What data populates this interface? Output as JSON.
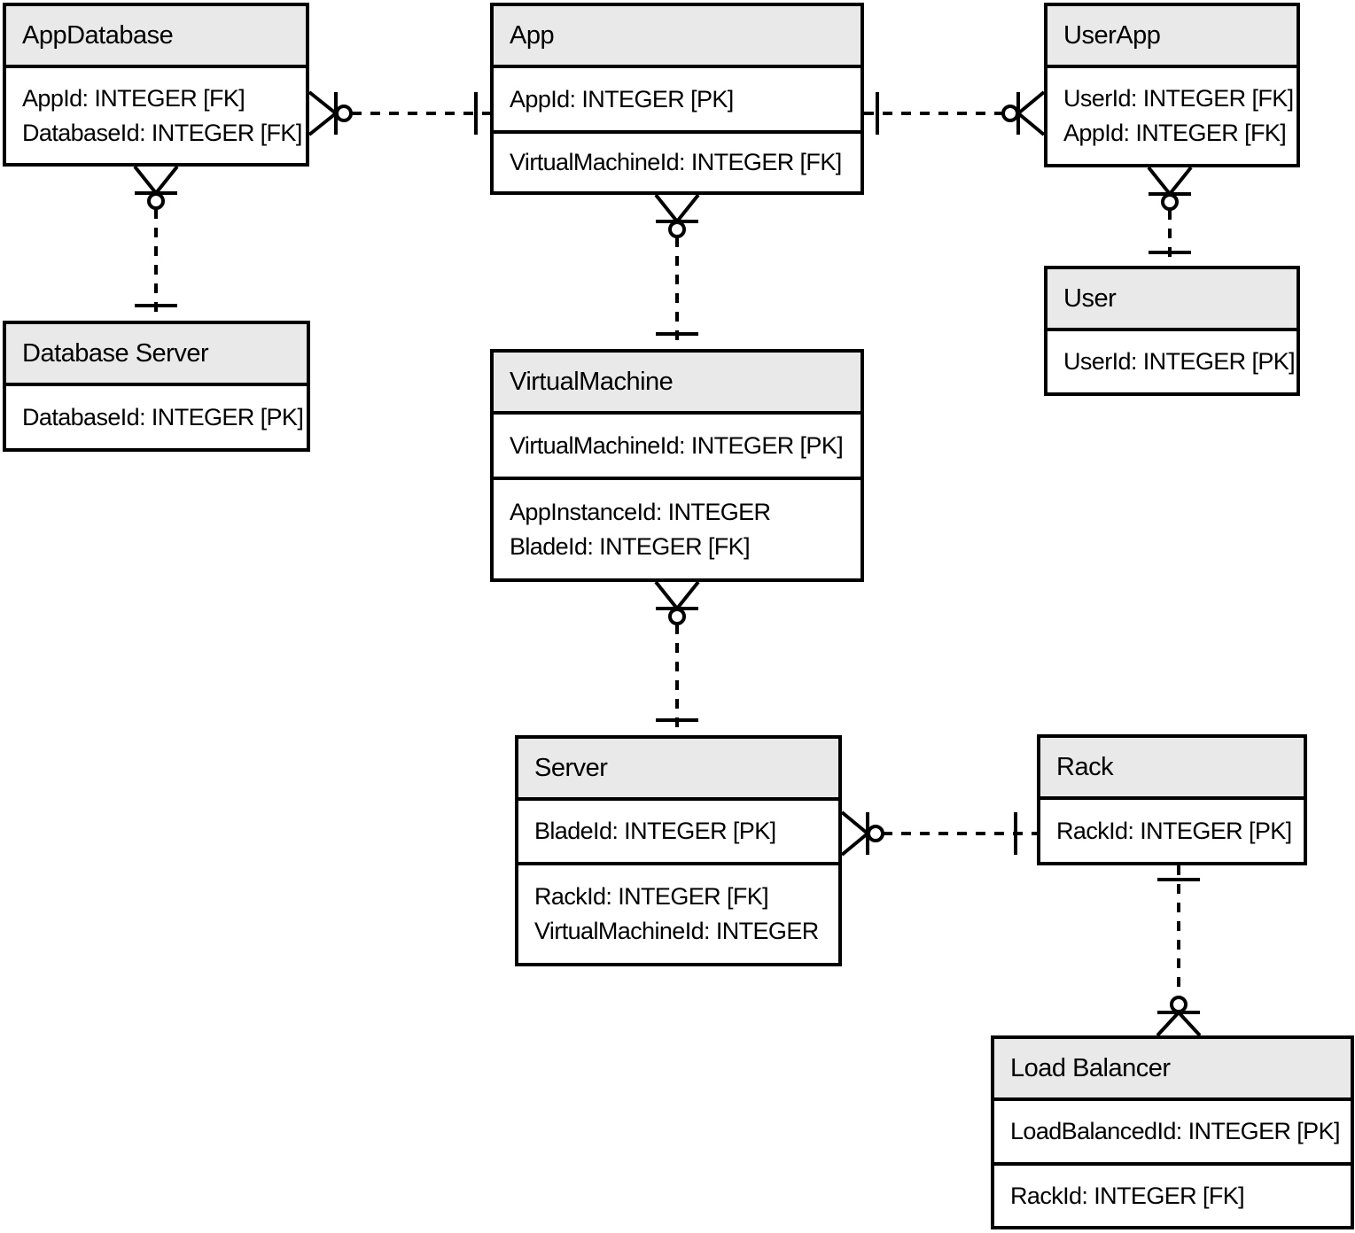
{
  "entities": [
    {
      "id": "appdatabase",
      "name": "AppDatabase",
      "sections": [
        [
          "AppId: INTEGER [FK]",
          "DatabaseId: INTEGER [FK]"
        ]
      ]
    },
    {
      "id": "app",
      "name": "App",
      "sections": [
        [
          "AppId: INTEGER [PK]"
        ],
        [
          "VirtualMachineId: INTEGER [FK]"
        ]
      ]
    },
    {
      "id": "userapp",
      "name": "UserApp",
      "sections": [
        [
          "UserId: INTEGER [FK]",
          "AppId: INTEGER [FK]"
        ]
      ]
    },
    {
      "id": "user",
      "name": "User",
      "sections": [
        [
          "UserId: INTEGER [PK]"
        ]
      ]
    },
    {
      "id": "database-server",
      "name": "Database Server",
      "sections": [
        [
          "DatabaseId: INTEGER [PK]"
        ]
      ]
    },
    {
      "id": "virtualmachine",
      "name": "VirtualMachine",
      "sections": [
        [
          "VirtualMachineId: INTEGER [PK]"
        ],
        [
          "AppInstanceId: INTEGER",
          "BladeId: INTEGER [FK]"
        ]
      ]
    },
    {
      "id": "server",
      "name": "Server",
      "sections": [
        [
          "BladeId: INTEGER [PK]"
        ],
        [
          "RackId: INTEGER [FK]",
          "VirtualMachineId: INTEGER"
        ]
      ]
    },
    {
      "id": "rack",
      "name": "Rack",
      "sections": [
        [
          "RackId: INTEGER [PK]"
        ]
      ]
    },
    {
      "id": "load-balancer",
      "name": "Load Balancer",
      "sections": [
        [
          "LoadBalancedId: INTEGER [PK]"
        ],
        [
          "RackId: INTEGER [FK]"
        ]
      ]
    }
  ],
  "relationships": [
    {
      "from": "AppDatabase",
      "to": "App",
      "from_cardinality": "zero-or-many",
      "to_cardinality": "one",
      "line_style": "dashed"
    },
    {
      "from": "UserApp",
      "to": "App",
      "from_cardinality": "zero-or-many",
      "to_cardinality": "one",
      "line_style": "dashed"
    },
    {
      "from": "AppDatabase",
      "to": "Database Server",
      "from_cardinality": "zero-or-many",
      "to_cardinality": "one",
      "line_style": "dashed"
    },
    {
      "from": "UserApp",
      "to": "User",
      "from_cardinality": "zero-or-many",
      "to_cardinality": "one",
      "line_style": "dashed"
    },
    {
      "from": "App",
      "to": "VirtualMachine",
      "from_cardinality": "zero-or-many",
      "to_cardinality": "one",
      "line_style": "dashed"
    },
    {
      "from": "VirtualMachine",
      "to": "Server",
      "from_cardinality": "zero-or-many",
      "to_cardinality": "one",
      "line_style": "dashed"
    },
    {
      "from": "Server",
      "to": "Rack",
      "from_cardinality": "zero-or-many",
      "to_cardinality": "one",
      "line_style": "dashed"
    },
    {
      "from": "Load Balancer",
      "to": "Rack",
      "from_cardinality": "zero-or-many",
      "to_cardinality": "one",
      "line_style": "dashed"
    }
  ],
  "colors": {
    "header_fill": "#e9e9e9",
    "line": "#000000",
    "background": "#ffffff"
  }
}
